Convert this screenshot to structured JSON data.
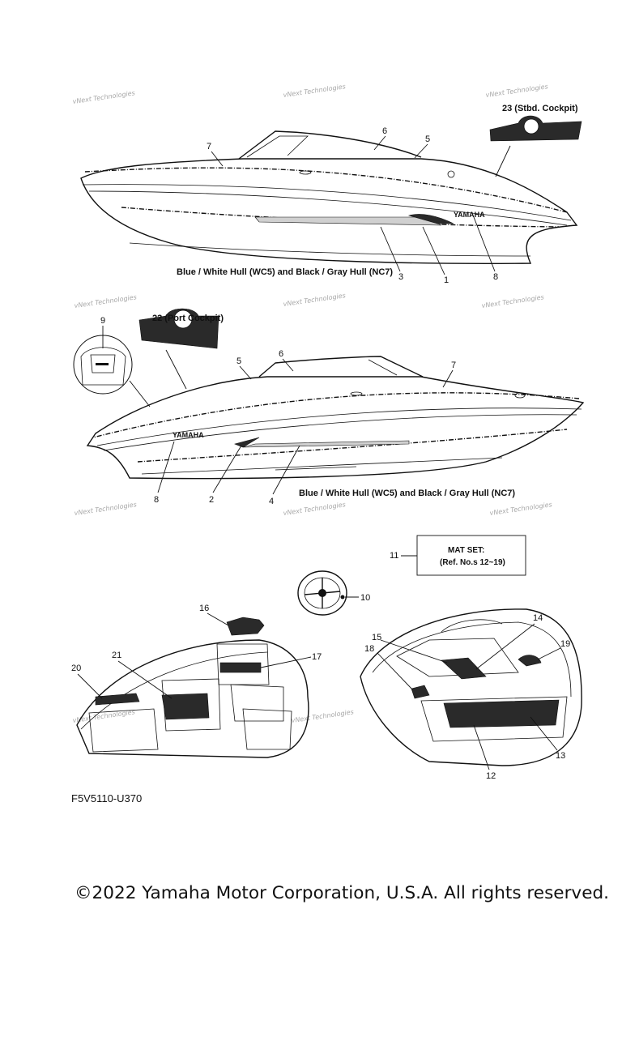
{
  "watermarks": [
    "vNext Technologies",
    "vNext Technologies",
    "vNext Technologies",
    "vNext Technologies",
    "vNext Technologies",
    "vNext Technologies",
    "vNext Technologies",
    "vNext Technologies",
    "vNext Technologies",
    "vNext Technologies",
    "vNext Technologies"
  ],
  "top_view": {
    "caption": "Blue / White Hull (WC5) and Black / Gray Hull (NC7)",
    "inset_label": "23 (Stbd. Cockpit)",
    "hull_logo": "YAMAHA",
    "callouts": [
      "7",
      "6",
      "5",
      "3",
      "1",
      "8"
    ]
  },
  "port_view": {
    "caption": "Blue / White Hull (WC5) and Black / Gray Hull (NC7)",
    "inset_label": "22 (Port Cockpit)",
    "hull_logo": "YAMAHA",
    "callouts": [
      "9",
      "5",
      "6",
      "7",
      "8",
      "2",
      "4"
    ]
  },
  "mat_set": {
    "ref_number": "11",
    "line1": "MAT SET:",
    "line2": "(Ref. No.s 12~19)"
  },
  "interior_callouts": [
    "10",
    "16",
    "21",
    "20",
    "17",
    "15",
    "14",
    "18",
    "19",
    "13",
    "12"
  ],
  "figure_code": "F5V5110-U370",
  "copyright": "©2022 Yamaha Motor Corporation, U.S.A. All rights reserved."
}
